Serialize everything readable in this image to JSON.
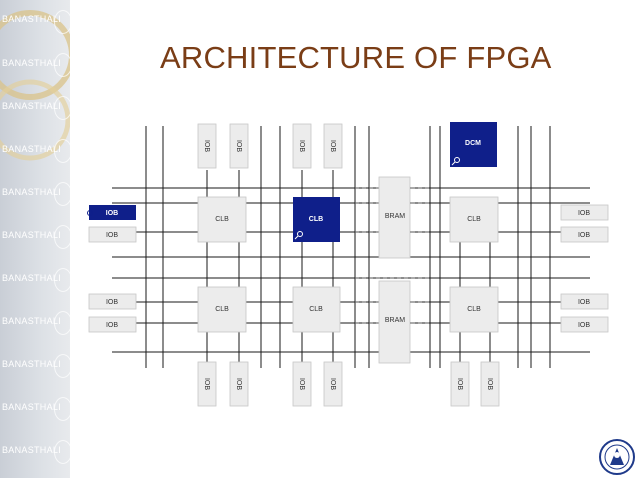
{
  "slide": {
    "title": "ARCHITECTURE OF FPGA",
    "watermark": "BANASTHALI",
    "watermark_color": "#ffffff",
    "title_color": "#7a3d16"
  },
  "diagram": {
    "highlight_color": "#0f1f8a",
    "block_color": "#ececec",
    "iob_top": [
      "IOB",
      "IOB",
      "IOB",
      "IOB"
    ],
    "dcm": "DCM",
    "iob_left": [
      "IOB",
      "IOB",
      "IOB",
      "IOB"
    ],
    "iob_right": [
      "IOB",
      "IOB",
      "IOB",
      "IOB"
    ],
    "clb_row1": [
      "CLB",
      "CLB",
      "CLB"
    ],
    "clb_row2": [
      "CLB",
      "CLB",
      "CLB"
    ],
    "bram": [
      "BRAM",
      "BRAM"
    ],
    "iob_bottom": [
      "IOB",
      "IOB",
      "IOB",
      "IOB",
      "IOB",
      "IOB"
    ]
  }
}
